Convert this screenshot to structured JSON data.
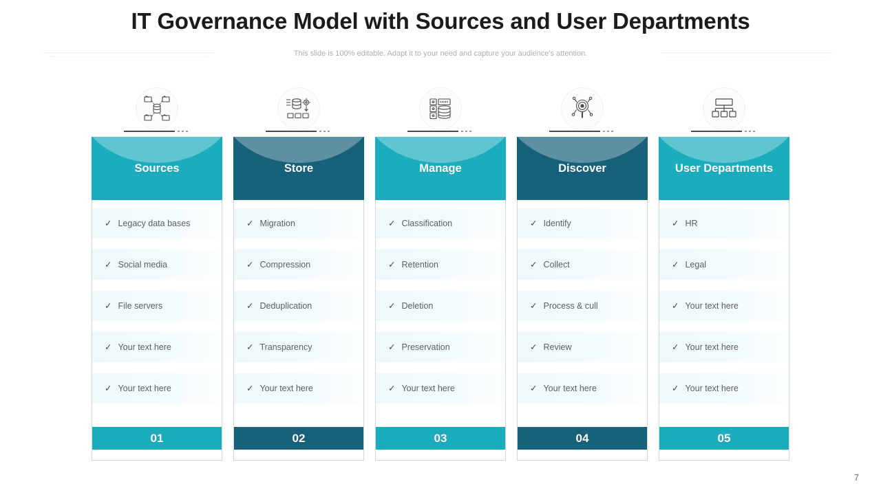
{
  "header": {
    "title": "IT Governance Model with Sources and User Departments",
    "subtitle": "This slide is 100% editable. Adapt it to your need and capture your audience's attention."
  },
  "page_number": "7",
  "colors": {
    "teal_light": "#1bacbd",
    "teal_dark": "#17627a",
    "row_tint": "#eef9fb",
    "card_border": "#cfd7db",
    "title_color": "#1b1b1b",
    "subtitle_color": "#aeaeae",
    "item_text": "#5a5f63"
  },
  "check_glyph": "✓",
  "columns": [
    {
      "id": "sources",
      "icon": "folders-database-icon",
      "title": "Sources",
      "number": "01",
      "accent": "#1bacbd",
      "items": [
        "Legacy data bases",
        "Social media",
        "File servers",
        "Your text here",
        "Your text here"
      ]
    },
    {
      "id": "store",
      "icon": "database-gear-icon",
      "title": "Store",
      "number": "02",
      "accent": "#17627a",
      "items": [
        "Migration",
        "Compression",
        "Deduplication",
        "Transparency",
        "Your text here"
      ]
    },
    {
      "id": "manage",
      "icon": "server-rack-icon",
      "title": "Manage",
      "number": "03",
      "accent": "#1bacbd",
      "items": [
        "Classification",
        "Retention",
        "Deletion",
        "Preservation",
        "Your text here"
      ]
    },
    {
      "id": "discover",
      "icon": "magnifier-radar-icon",
      "title": "Discover",
      "number": "04",
      "accent": "#17627a",
      "items": [
        "Identify",
        "Collect",
        "Process & cull",
        "Review",
        "Your text here"
      ]
    },
    {
      "id": "user-departments",
      "icon": "org-chart-icon",
      "title": "User Departments",
      "number": "05",
      "accent": "#1bacbd",
      "items": [
        "HR",
        "Legal",
        "Your text here",
        "Your text here",
        "Your text here"
      ]
    }
  ]
}
